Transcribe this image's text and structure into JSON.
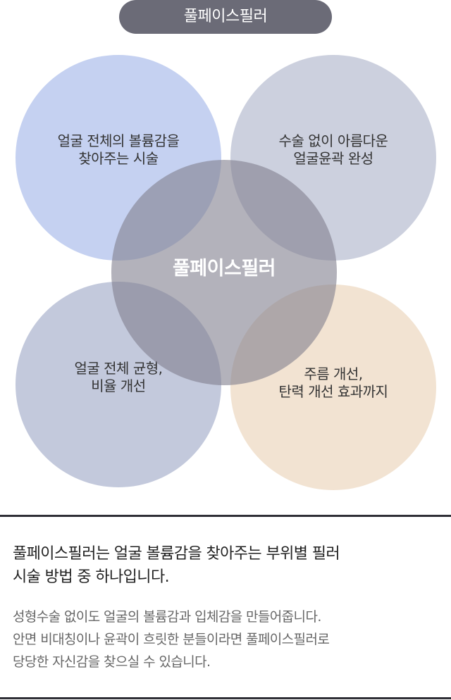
{
  "header": {
    "pill_label": "풀페이스필러"
  },
  "diagram": {
    "top_left": "얼굴 전체의 볼륨감을\n찾아주는 시술",
    "top_right": "수술 없이 아름다운\n얼굴윤곽 완성",
    "bottom_left": "얼굴 전체 균형,\n비율 개선",
    "bottom_right": "주름 개선,\n탄력 개선 효과까지",
    "center": "풀페이스필러",
    "colors": {
      "top_left": "#c2cff0",
      "top_right": "#c9cddc",
      "bottom_left": "#c0c6da",
      "bottom_right": "#f1e1d0",
      "center": "#807e8e"
    }
  },
  "description": {
    "headline": "풀페이스필러는 얼굴 볼륨감을 찾아주는 부위별 필러\n시술 방법 중 하나입니다.",
    "body": "성형수술 없이도 얼굴의 볼륨감과 입체감을 만들어줍니다.\n안면 비대칭이나 윤곽이 흐릿한 분들이라면 풀페이스필러로\n당당한 자신감을 찾으실 수 있습니다."
  }
}
